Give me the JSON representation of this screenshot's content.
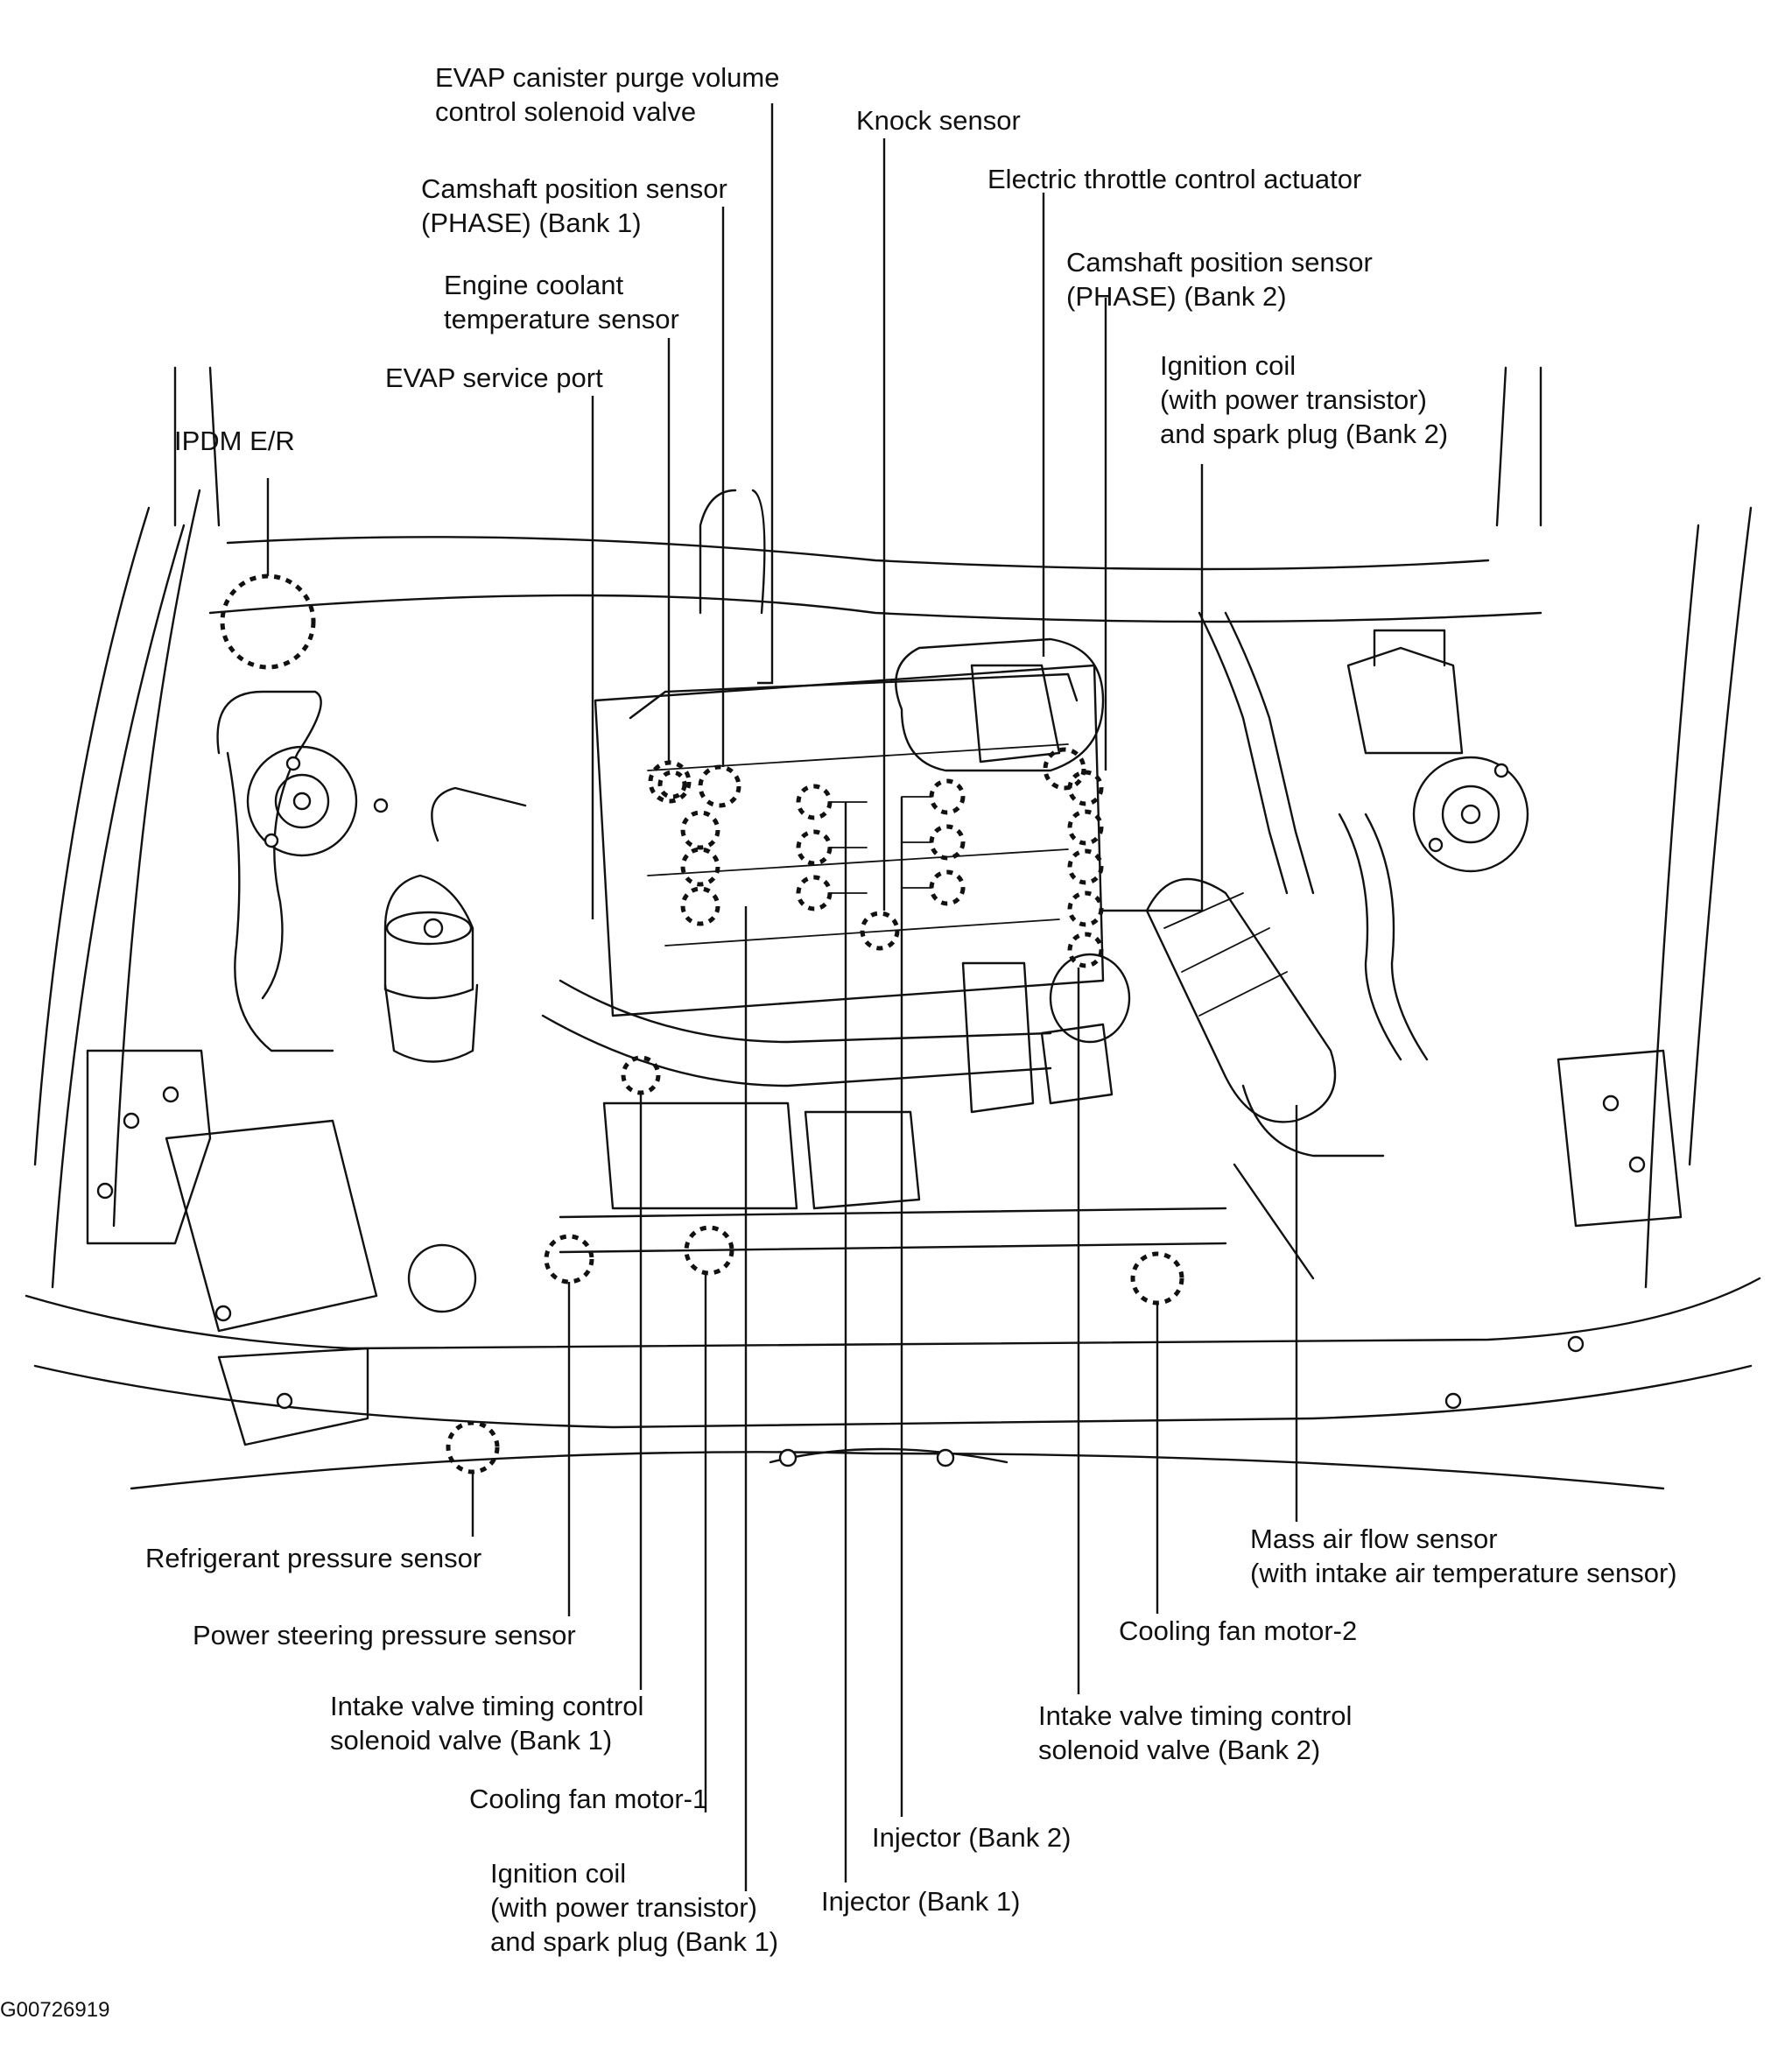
{
  "labels": {
    "evap_purge": [
      "EVAP canister purge volume",
      "control solenoid valve"
    ],
    "knock_sensor": [
      "Knock sensor"
    ],
    "cam_bank1": [
      "Camshaft position sensor",
      "(PHASE) (Bank 1)"
    ],
    "throttle": [
      "Electric throttle control actuator"
    ],
    "cam_bank2": [
      "Camshaft position sensor",
      "(PHASE) (Bank 2)"
    ],
    "coolant_temp": [
      "Engine coolant",
      "temperature sensor"
    ],
    "ignition_bank2": [
      "Ignition coil",
      "(with power transistor)",
      "and spark plug (Bank 2)"
    ],
    "evap_port": [
      "EVAP service port"
    ],
    "ipdm": [
      "IPDM E/R"
    ],
    "refrigerant": [
      "Refrigerant pressure sensor"
    ],
    "maf": [
      "Mass air flow sensor",
      "(with intake air temperature sensor)"
    ],
    "power_steering": [
      "Power steering pressure sensor"
    ],
    "fan2": [
      "Cooling fan motor-2"
    ],
    "ivt_bank1": [
      "Intake valve timing control",
      "solenoid valve (Bank 1)"
    ],
    "ivt_bank2": [
      "Intake valve timing control",
      "solenoid valve (Bank 2)"
    ],
    "fan1": [
      "Cooling fan motor-1"
    ],
    "injector_bank2": [
      "Injector (Bank 2)"
    ],
    "ignition_bank1": [
      "Ignition coil",
      "(with power transistor)",
      "and spark plug (Bank 1)"
    ],
    "injector_bank1": [
      "Injector (Bank 1)"
    ]
  },
  "figure_code": "G00726919"
}
